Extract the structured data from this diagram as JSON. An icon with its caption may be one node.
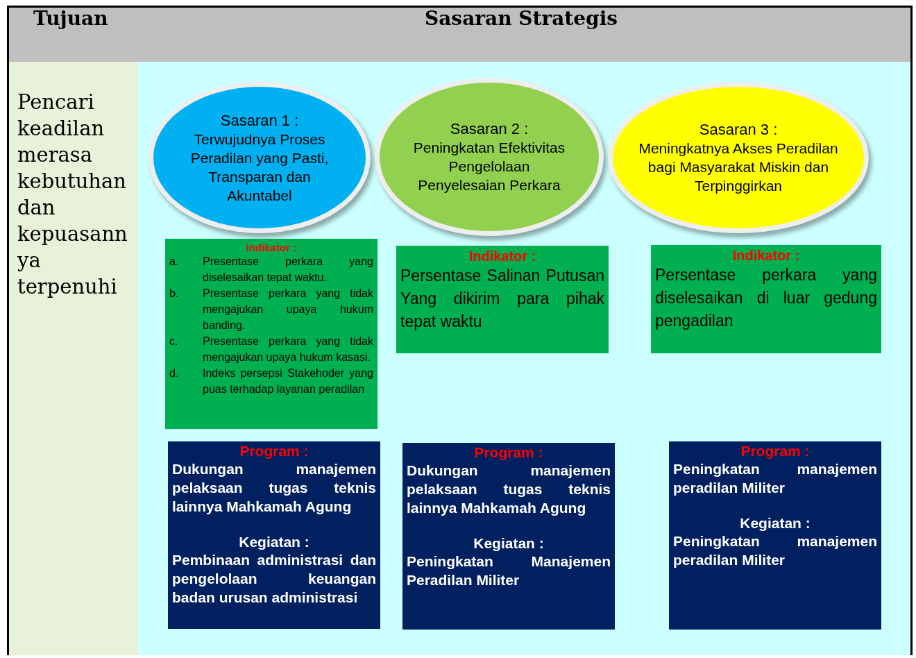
{
  "diagram": {
    "nodes": [
      {
        "text": [
          "Tujuan"
        ]
      },
      {
        "text": [
          "Sasaran Strategis"
        ]
      },
      {
        "text": [
          "Pencari keadilan merasa kebutuhan dan kepuasann ya terpenuhi"
        ]
      },
      {
        "text": [
          "Sasaran 1 :",
          "Terwujudnya Proses Peradilan yang Pasti, Transparan dan Akuntabel"
        ]
      },
      {
        "text": [
          "Sasaran 2 :",
          "Peningkatan Efektivitas Pengelolaan Penyelesaian Perkara"
        ]
      },
      {
        "text": [
          "Sasaran 3 :",
          "Meningkatnya Akses Peradilan bagi Masyarakat Miskin dan Terpinggirkan"
        ]
      },
      {
        "text": [
          "Indikator :",
          "a.",
          "Presentase perkara yang diselesaikan tepat waktu.",
          "b.",
          "Presentase perkara yang tidak mengajukan upaya hukum banding.",
          "c.",
          "Presentase perkara yang tidak mengajukan upaya hukum kasasi.",
          "d.",
          "Indeks persepsi Stakehoder yang puas terhadap layanan peradilan"
        ]
      },
      {
        "text": [
          "Indikator :",
          "Persentase Salinan Putusan Yang dikirim para pihak tepat waktu"
        ]
      },
      {
        "text": [
          "Indikator :",
          "Persentase perkara yang diselesaikan di luar gedung pengadilan"
        ]
      },
      {
        "text": [
          "Program :",
          "Dukungan manajemen pelaksaan tugas teknis lainnya Mahkamah Agung",
          "Kegiatan :",
          "Pembinaan administrasi dan pengelolaan keuangan badan urusan administrasi"
        ]
      },
      {
        "text": [
          "Program :",
          "Dukungan manajemen pelaksaan tugas teknis lainnya Mahkamah Agung",
          "Kegiatan :",
          "Peningkatan Manajemen Peradilan Militer"
        ]
      },
      {
        "text": [
          "Program :",
          "Peningkatan manajemen peradilan Militer",
          "Kegiatan :",
          "Peningkatan manajemen peradilan Militer"
        ]
      }
    ],
    "edges": []
  }
}
